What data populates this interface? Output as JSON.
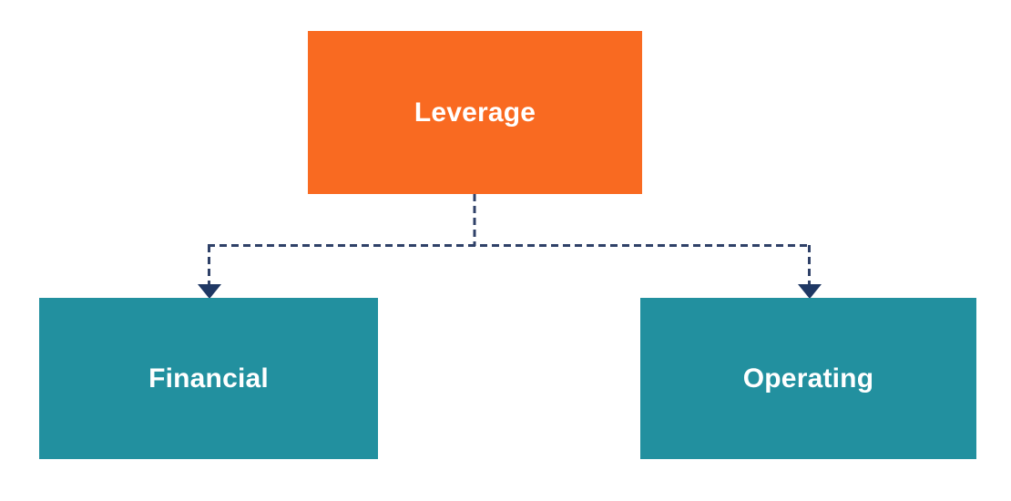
{
  "diagram": {
    "title": "Leverage",
    "type": "hierarchy-tree",
    "background_color": "#ffffff",
    "root": {
      "id": "leverage",
      "label": "Leverage",
      "fill_color": "#f96a21",
      "text_color": "#ffffff"
    },
    "children": [
      {
        "id": "financial",
        "label": "Financial",
        "fill_color": "#22909f",
        "text_color": "#ffffff"
      },
      {
        "id": "operating",
        "label": "Operating",
        "fill_color": "#22909f",
        "text_color": "#ffffff"
      }
    ],
    "connectors": {
      "style": "dashed",
      "color": "#2f4168",
      "stroke_width": 3,
      "dash_pattern": "8 5",
      "arrowhead": "filled-triangle-down",
      "arrowhead_color": "#1f3864"
    }
  }
}
